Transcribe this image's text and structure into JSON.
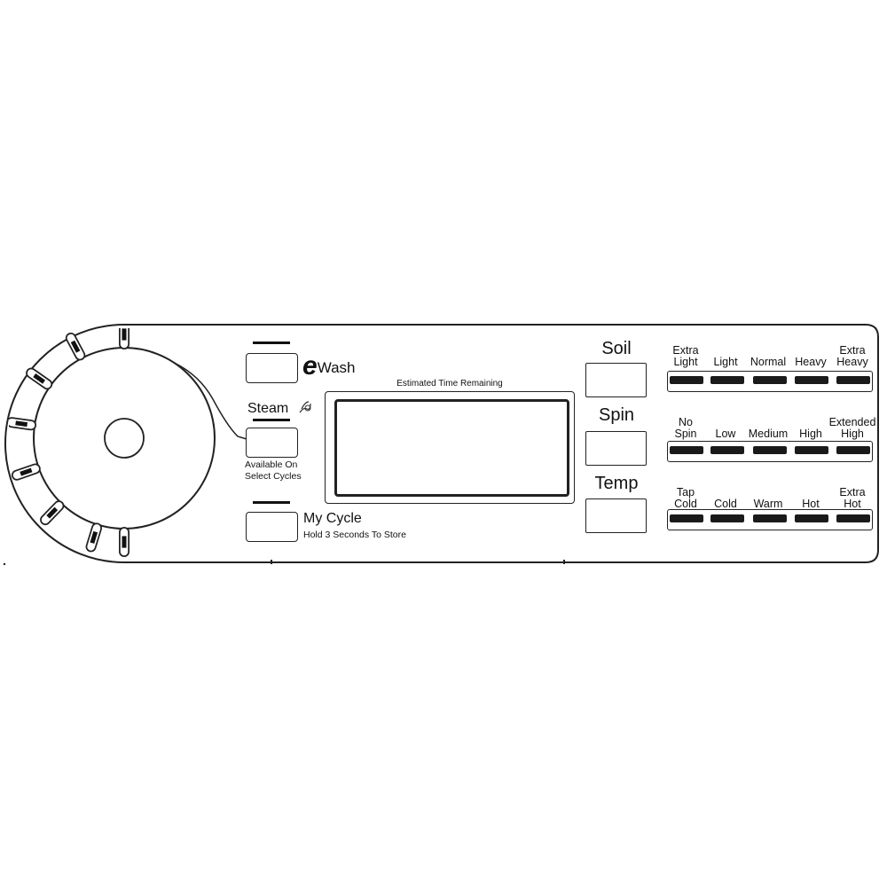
{
  "ewash": {
    "prefix": "e",
    "label": "Wash"
  },
  "steam": {
    "label": "Steam",
    "note_line1": "Available On",
    "note_line2": "Select Cycles"
  },
  "mycycle": {
    "label": "My Cycle",
    "note": "Hold 3 Seconds To Store"
  },
  "display": {
    "title": "Estimated Time Remaining"
  },
  "soil": {
    "label": "Soil",
    "options": [
      {
        "line1": "Extra",
        "line2": "Light"
      },
      {
        "line1": "",
        "line2": "Light"
      },
      {
        "line1": "",
        "line2": "Normal"
      },
      {
        "line1": "",
        "line2": "Heavy"
      },
      {
        "line1": "Extra",
        "line2": "Heavy"
      }
    ]
  },
  "spin": {
    "label": "Spin",
    "options": [
      {
        "line1": "No",
        "line2": "Spin"
      },
      {
        "line1": "",
        "line2": "Low"
      },
      {
        "line1": "",
        "line2": "Medium"
      },
      {
        "line1": "",
        "line2": "High"
      },
      {
        "line1": "Extended",
        "line2": "High"
      }
    ]
  },
  "temp": {
    "label": "Temp",
    "options": [
      {
        "line1": "Tap",
        "line2": "Cold"
      },
      {
        "line1": "",
        "line2": "Cold"
      },
      {
        "line1": "",
        "line2": "Warm"
      },
      {
        "line1": "",
        "line2": "Hot"
      },
      {
        "line1": "Extra",
        "line2": "Hot"
      }
    ]
  },
  "icons": {
    "steam": "steam-icon",
    "knob": "cycle-selector-knob"
  }
}
